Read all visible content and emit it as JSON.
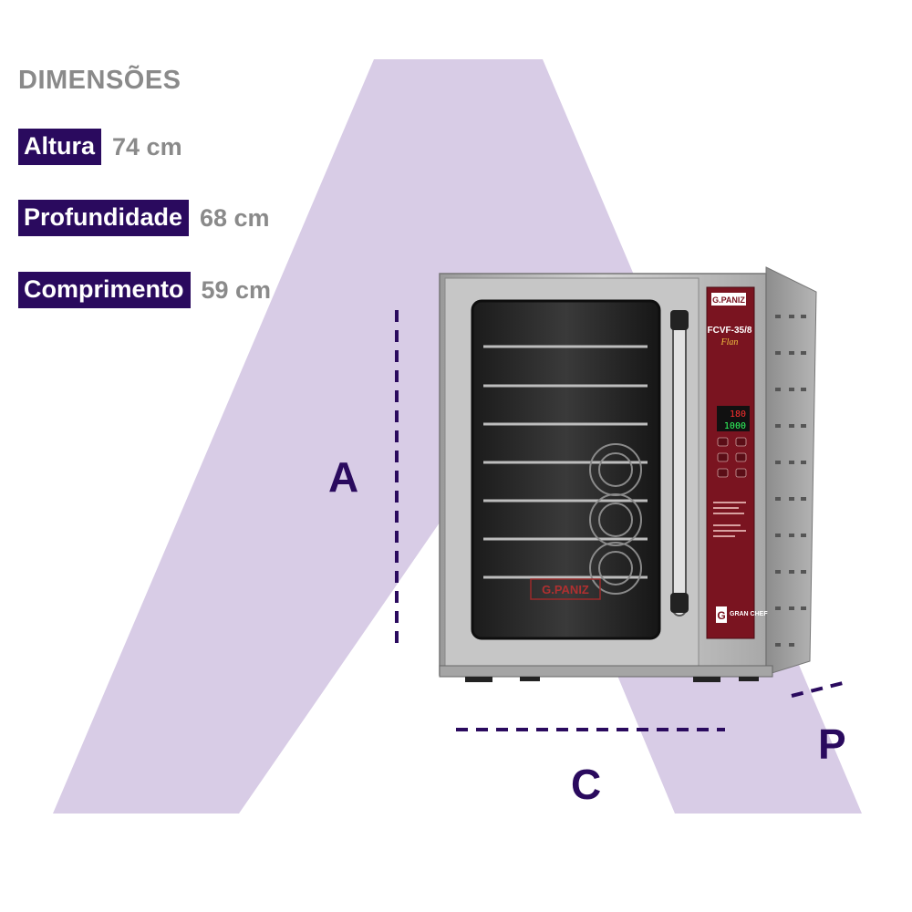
{
  "heading": "DIMENSÕES",
  "dimensions": [
    {
      "label": "Altura",
      "value": "74 cm"
    },
    {
      "label": "Profundidade",
      "value": "68 cm"
    },
    {
      "label": "Comprimento",
      "value": "59 cm"
    }
  ],
  "axis_letters": {
    "height": "A",
    "length": "C",
    "depth": "P"
  },
  "product": {
    "brand_top": "G.PANIZ",
    "model": "FCVF-35/8",
    "model_sub": "Flan",
    "display_temp": "180",
    "display_time": "1000",
    "door_brand": "G.PANIZ",
    "panel_brand": "GRAN CHEF"
  },
  "colors": {
    "brand_purple": "#2a0a5e",
    "shape_lavender": "#d8cce6",
    "text_gray": "#8a8a8a",
    "panel_red": "#7a1420"
  }
}
